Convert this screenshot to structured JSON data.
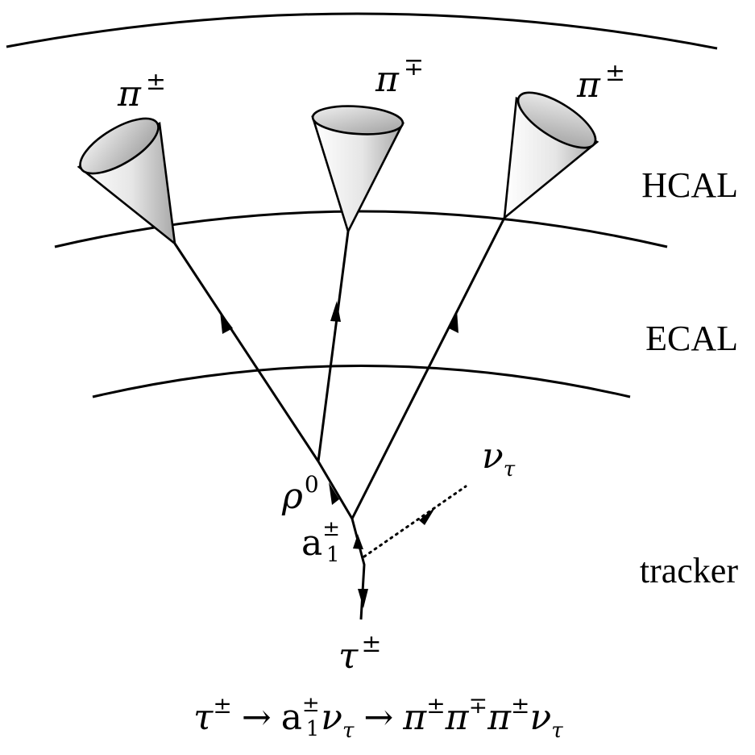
{
  "layers": {
    "hcal": "HCAL",
    "ecal": "ECAL",
    "tracker": "tracker"
  },
  "particles": {
    "pion_left": {
      "symbol": "π",
      "charge": "±"
    },
    "pion_middle": {
      "symbol": "π",
      "charge": "∓"
    },
    "pion_right": {
      "symbol": "π",
      "charge": "±"
    },
    "rho": {
      "symbol": "ρ",
      "charge": "0"
    },
    "a1": {
      "symbol": "a",
      "sub": "1",
      "charge": "±"
    },
    "tau": {
      "symbol": "τ",
      "charge": "±"
    },
    "neutrino": {
      "symbol": "ν",
      "sub": "τ"
    }
  },
  "decay_chain": {
    "tau": "τ",
    "tau_charge": "±",
    "arrow1": "→",
    "a": "a",
    "a_sub": "1",
    "a_charge": "±",
    "nu": "ν",
    "nu_sub": "τ",
    "arrow2": "→",
    "p1": "π",
    "p1_charge": "±",
    "p2": "π",
    "p2_charge": "∓",
    "p3": "π",
    "p3_charge": "±",
    "nu2": "ν",
    "nu2_sub": "τ"
  }
}
